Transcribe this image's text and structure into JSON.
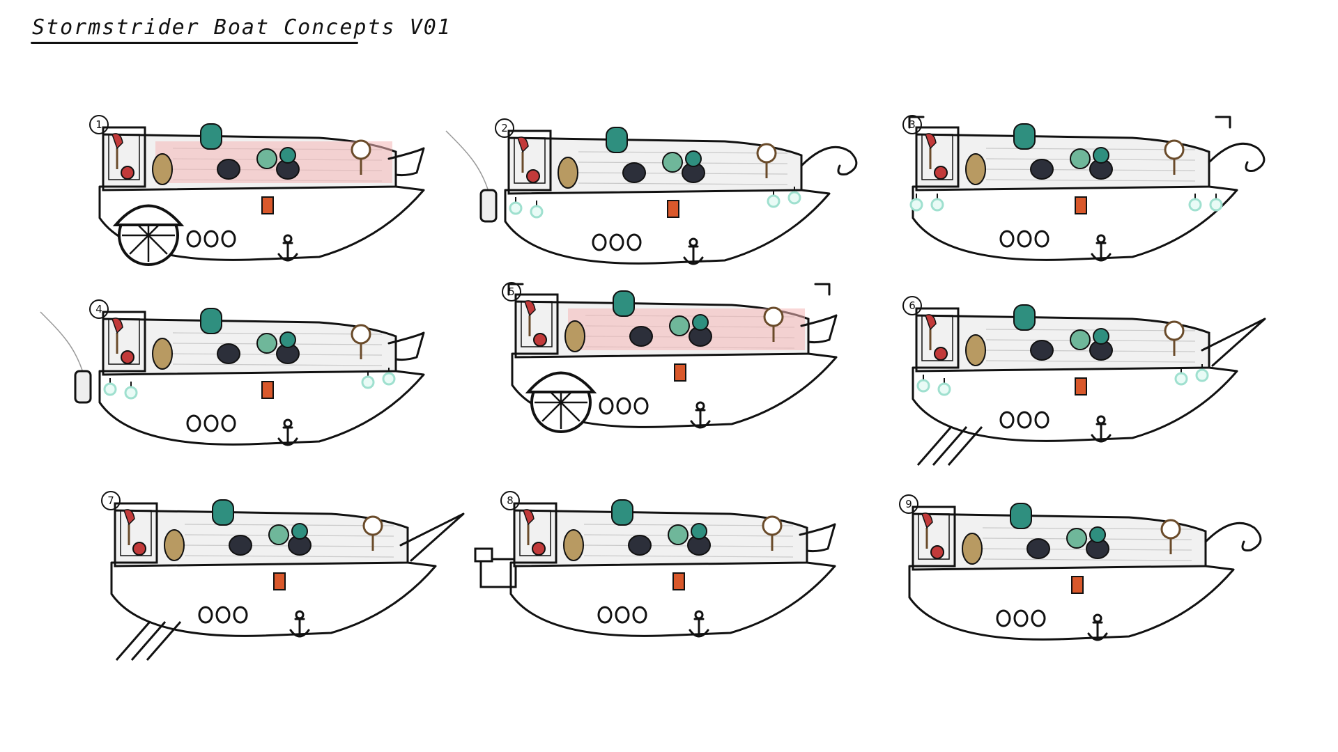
{
  "sheet": {
    "title": "Stormstrider Boat Concepts V01"
  },
  "concepts": [
    {
      "number": "1",
      "variant": "paddle-wheel"
    },
    {
      "number": "2",
      "variant": "smokestack-scroll-prow"
    },
    {
      "number": "3",
      "variant": "rails-scroll-prow"
    },
    {
      "number": "4",
      "variant": "smokestack-lanterns"
    },
    {
      "number": "5",
      "variant": "paddle-wheel-greek-rail"
    },
    {
      "number": "6",
      "variant": "oars-bowsprit-lanterns"
    },
    {
      "number": "7",
      "variant": "oars-spike-prow"
    },
    {
      "number": "8",
      "variant": "engine-stern"
    },
    {
      "number": "9",
      "variant": "scroll-prow-rail"
    }
  ],
  "colors": {
    "ink": "#111111",
    "deck": "#f1f1f1",
    "highlight": "#f4b6b6",
    "parrot": "#c23a3a",
    "dummy": "#b89a62",
    "cannon": "#2c2f3a",
    "teal": "#2f8f7f",
    "crew": "#6fb79a",
    "lantern": "#9fe0cf"
  }
}
